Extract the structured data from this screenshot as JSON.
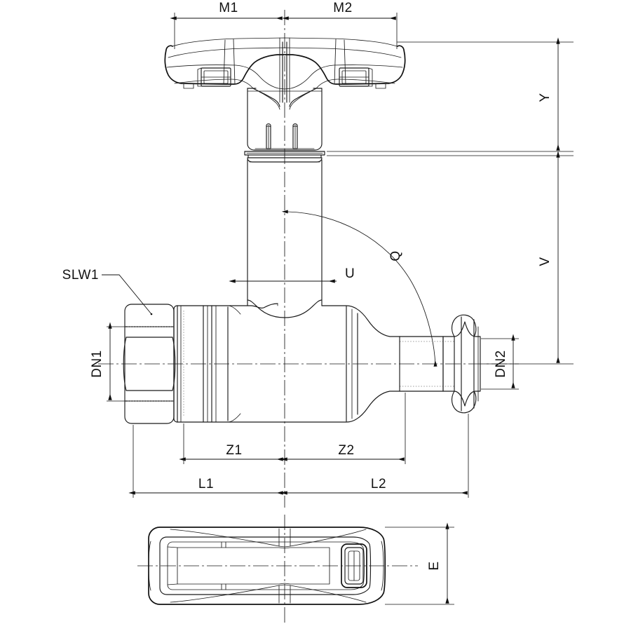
{
  "drawing": {
    "title": "Ball valve with T-handle – dimensioned engineering drawing",
    "sheet_background": "#ffffff",
    "line_color": "#1a1a1a",
    "views": {
      "front_elevation": "front-elevation-view",
      "handle_top": "handle-top-view"
    },
    "dimensions": {
      "m1": "M1",
      "m2": "M2",
      "y": "Y",
      "v": "V",
      "u": "U",
      "q": "Q",
      "slw1": "SLW1",
      "dn1": "DN1",
      "dn2": "DN2",
      "z1": "Z1",
      "z2": "Z2",
      "l1": "L1",
      "l2": "L2",
      "e": "E"
    }
  }
}
